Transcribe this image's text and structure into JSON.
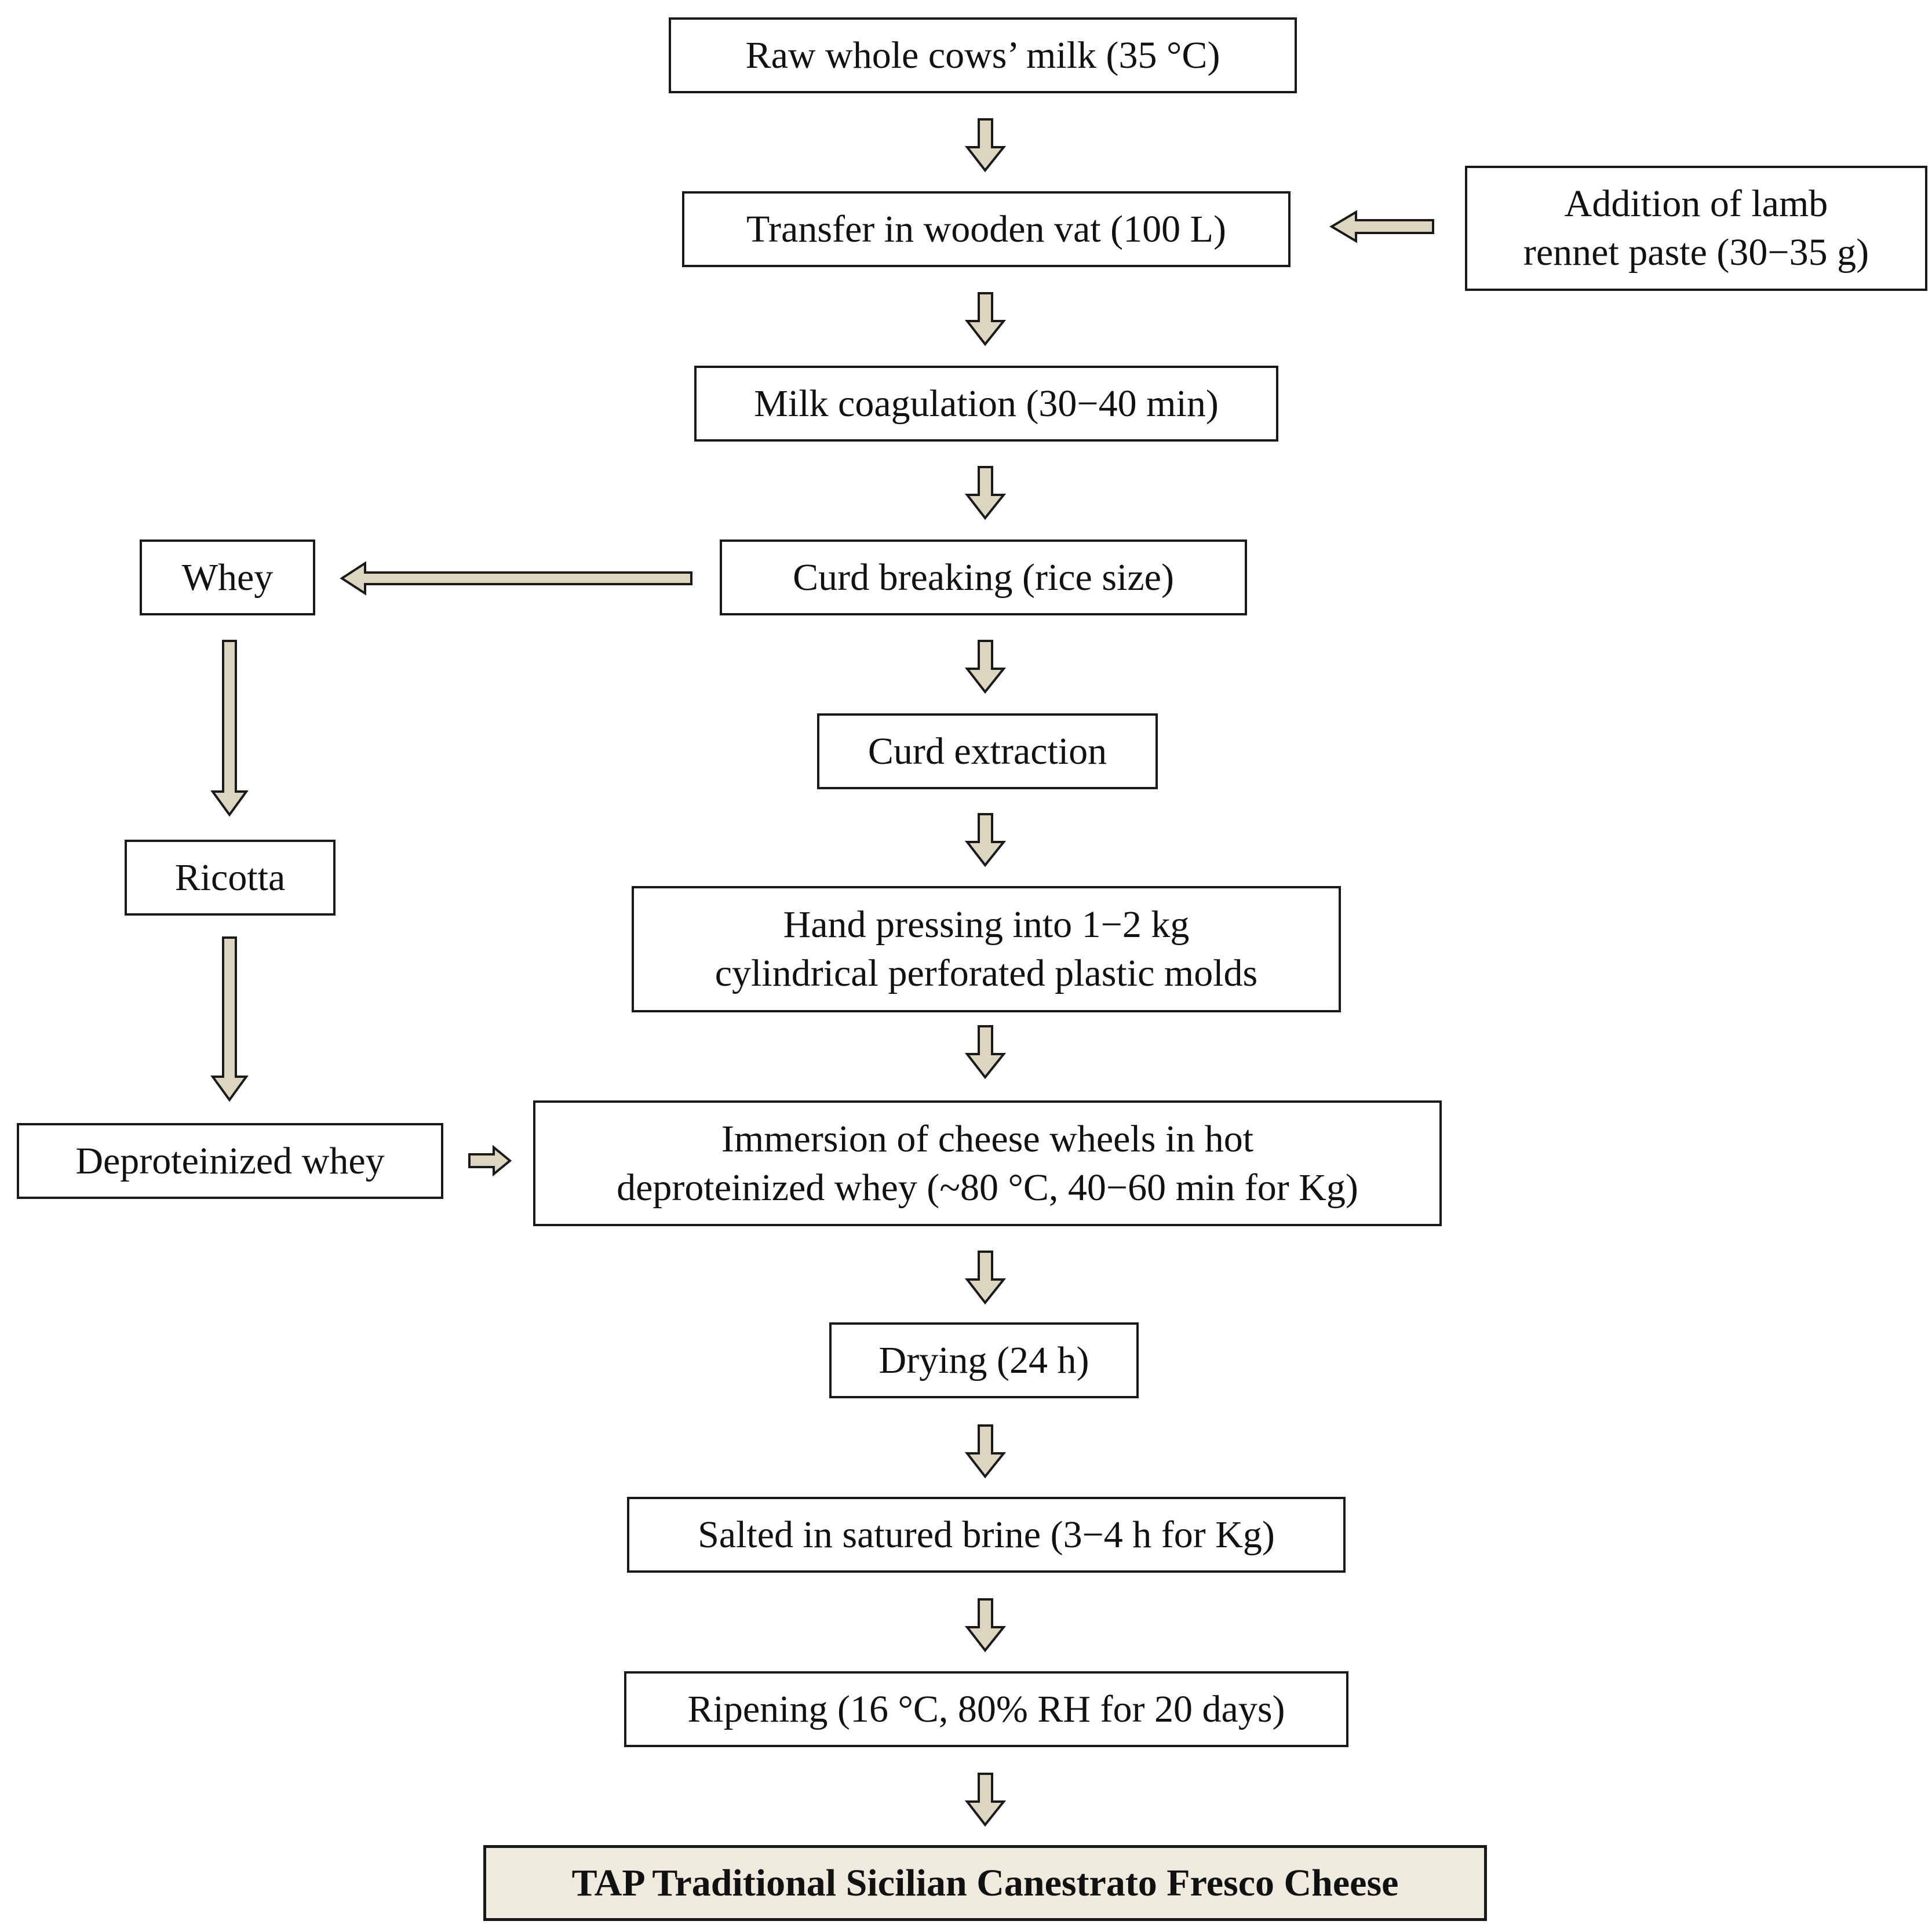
{
  "diagram": {
    "steps": {
      "raw_milk": "Raw whole cows’ milk (35 °C)",
      "transfer": "Transfer in wooden vat (100 L)",
      "coagulation": "Milk coagulation (30−40 min)",
      "curd_breaking": "Curd breaking (rice size)",
      "curd_extraction": "Curd extraction",
      "hand_pressing_line1": "Hand pressing into 1−2 kg",
      "hand_pressing_line2": "cylindrical perforated plastic molds",
      "immersion_line1": "Immersion of cheese wheels in hot",
      "immersion_line2": "deproteinized whey (~80 °C, 40−60 min for Kg)",
      "drying": "Drying (24 h)",
      "salting": "Salted in satured brine (3−4 h for Kg)",
      "ripening": "Ripening (16 °C, 80% RH for 20 days)",
      "final_product": "TAP Traditional Sicilian Canestrato Fresco Cheese"
    },
    "side_inputs": {
      "rennet_line1": "Addition of lamb",
      "rennet_line2": "rennet paste (30−35 g)"
    },
    "by_products": {
      "whey": "Whey",
      "ricotta": "Ricotta",
      "deproteinized_whey": "Deproteinized whey"
    },
    "colors": {
      "arrow_fill": "#dcd6c0",
      "final_fill": "#eeeadd",
      "border": "#1a1a1a"
    }
  }
}
